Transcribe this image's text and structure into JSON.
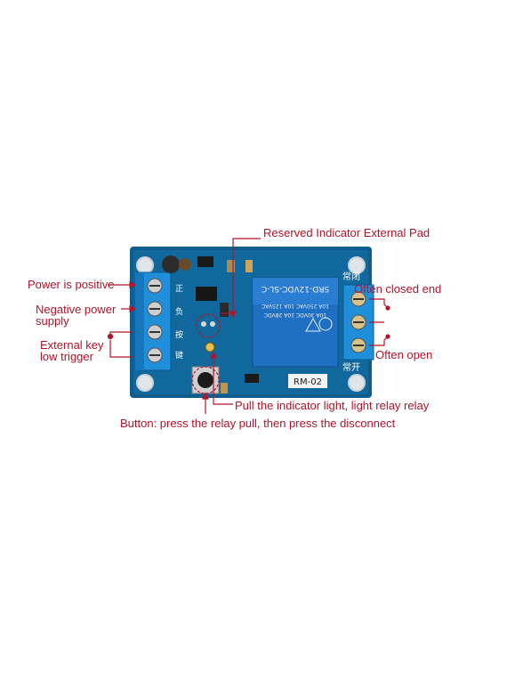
{
  "labels": {
    "reserved_pad": "Reserved Indicator External Pad",
    "power_positive": "Power is positive",
    "negative_power_line1": "Negative power",
    "negative_power_line2": "supply",
    "external_key_line1": "External key",
    "external_key_line2": "low trigger",
    "often_closed": "Often closed end",
    "often_open": "Often open",
    "indicator_light": "Pull the indicator light, light relay relay",
    "button_note": "Button: press the relay pull, then press the disconnect"
  },
  "board": {
    "relay_text_line1": "SRD-12VDC-SL-C",
    "relay_text_line2": "10A 250VAC  10A 125VAC",
    "relay_text_line3": "10A 30VDC  10A 28VDC",
    "model_text": "RM-02",
    "cn_always_closed": "常闭",
    "cn_always_open": "常开",
    "cn_pos": "正",
    "cn_neg": "负",
    "cn_key": "按",
    "cn_key2": "键"
  },
  "colors": {
    "pcb": "#0e5a8a",
    "terminal": "#1f8fd6",
    "relay": "#1d6fc2",
    "annotation": "#b3142a"
  }
}
